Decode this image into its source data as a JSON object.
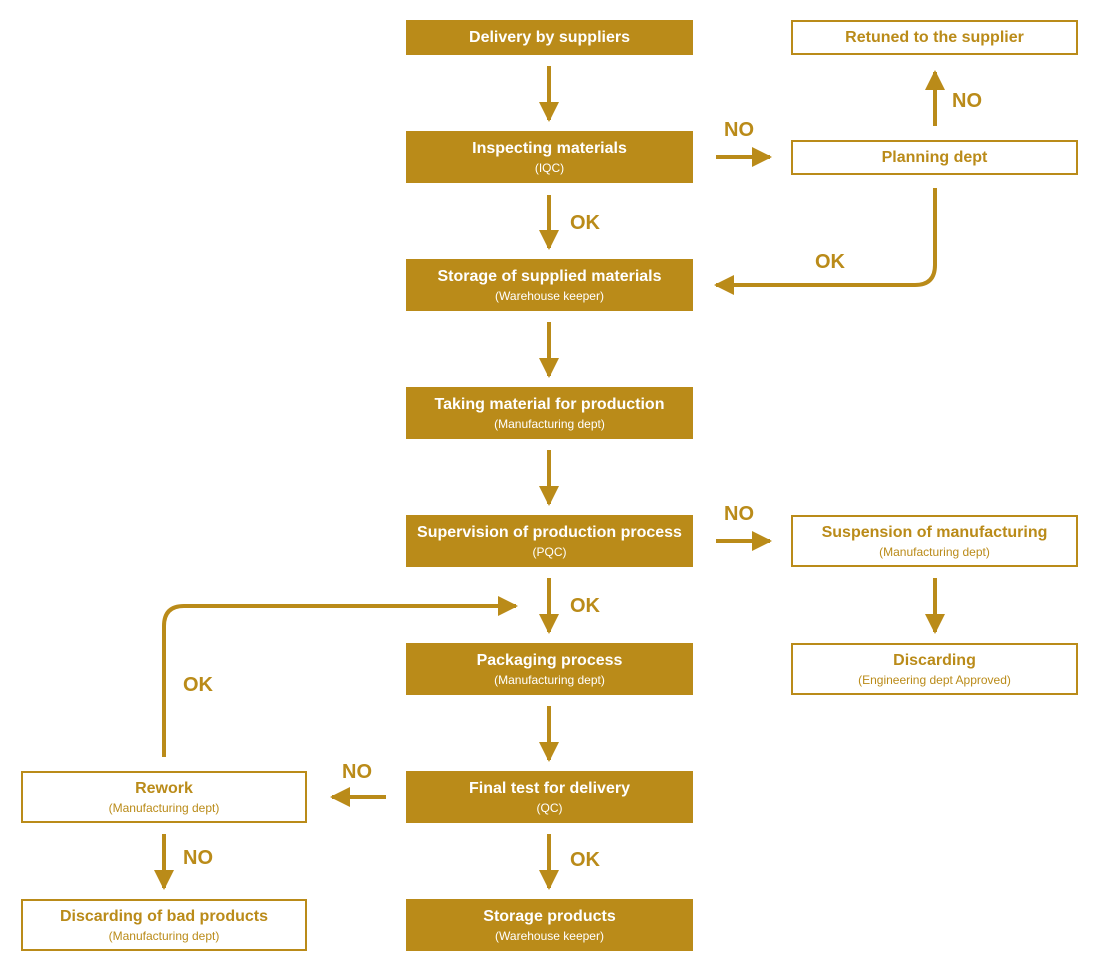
{
  "colors": {
    "accent": "#BA8B19",
    "box_text": "#FFFFFF",
    "background": "#FFFFFF"
  },
  "nodes": {
    "delivery": {
      "title": "Delivery by suppliers",
      "sub": ""
    },
    "inspecting": {
      "title": "Inspecting materials",
      "sub": "(IQC)"
    },
    "storage_supplied": {
      "title": "Storage of supplied materials",
      "sub": "(Warehouse keeper)"
    },
    "taking": {
      "title": "Taking material for production",
      "sub": "(Manufacturing dept)"
    },
    "supervision": {
      "title": "Supervision of production process",
      "sub": "(PQC)"
    },
    "packaging": {
      "title": "Packaging process",
      "sub": "(Manufacturing dept)"
    },
    "final_test": {
      "title": "Final test for delivery",
      "sub": "(QC)"
    },
    "storage_products": {
      "title": "Storage products",
      "sub": "(Warehouse keeper)"
    },
    "returned": {
      "title": "Retuned to the supplier",
      "sub": ""
    },
    "planning": {
      "title": "Planning dept",
      "sub": ""
    },
    "suspension": {
      "title": "Suspension of manufacturing",
      "sub": "(Manufacturing dept)"
    },
    "discarding": {
      "title": "Discarding",
      "sub": "(Engineering dept Approved)"
    },
    "rework": {
      "title": "Rework",
      "sub": "(Manufacturing dept)"
    },
    "discarding_bad": {
      "title": "Discarding of bad products",
      "sub": "(Manufacturing dept)"
    }
  },
  "edge_labels": {
    "inspect_no": "NO",
    "inspect_ok": "OK",
    "planning_no": "NO",
    "planning_ok": "OK",
    "supervision_no": "NO",
    "supervision_ok": "OK",
    "final_no": "NO",
    "final_ok": "OK",
    "rework_ok": "OK",
    "rework_no": "NO"
  }
}
